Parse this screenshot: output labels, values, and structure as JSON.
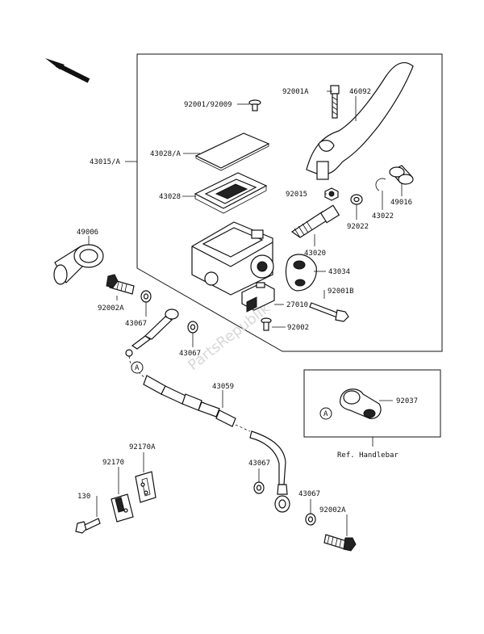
{
  "labels": {
    "p92001A": "92001A",
    "p46092": "46092",
    "p92001_92009": "92001/92009",
    "p43028A": "43028/A",
    "p43015A": "43015/A",
    "p43028": "43028",
    "p92015": "92015",
    "p49016": "49016",
    "p43022": "43022",
    "p92022": "92022",
    "p43020": "43020",
    "p49006": "49006",
    "p43034": "43034",
    "p92002A_top": "92002A",
    "p92001B": "92001B",
    "p27010": "27010",
    "p43067_a": "43067",
    "p92002": "92002",
    "p43067_b": "43067",
    "p43059": "43059",
    "p92037": "92037",
    "ref_handlebar": "Ref. Handlebar",
    "p92170A": "92170A",
    "p92170": "92170",
    "p43067_c": "43067",
    "p130": "130",
    "p43067_d": "43067",
    "p92002A_bot": "92002A",
    "callout_a1": "A",
    "callout_a2": "A"
  },
  "watermark": "PartsRepublik"
}
